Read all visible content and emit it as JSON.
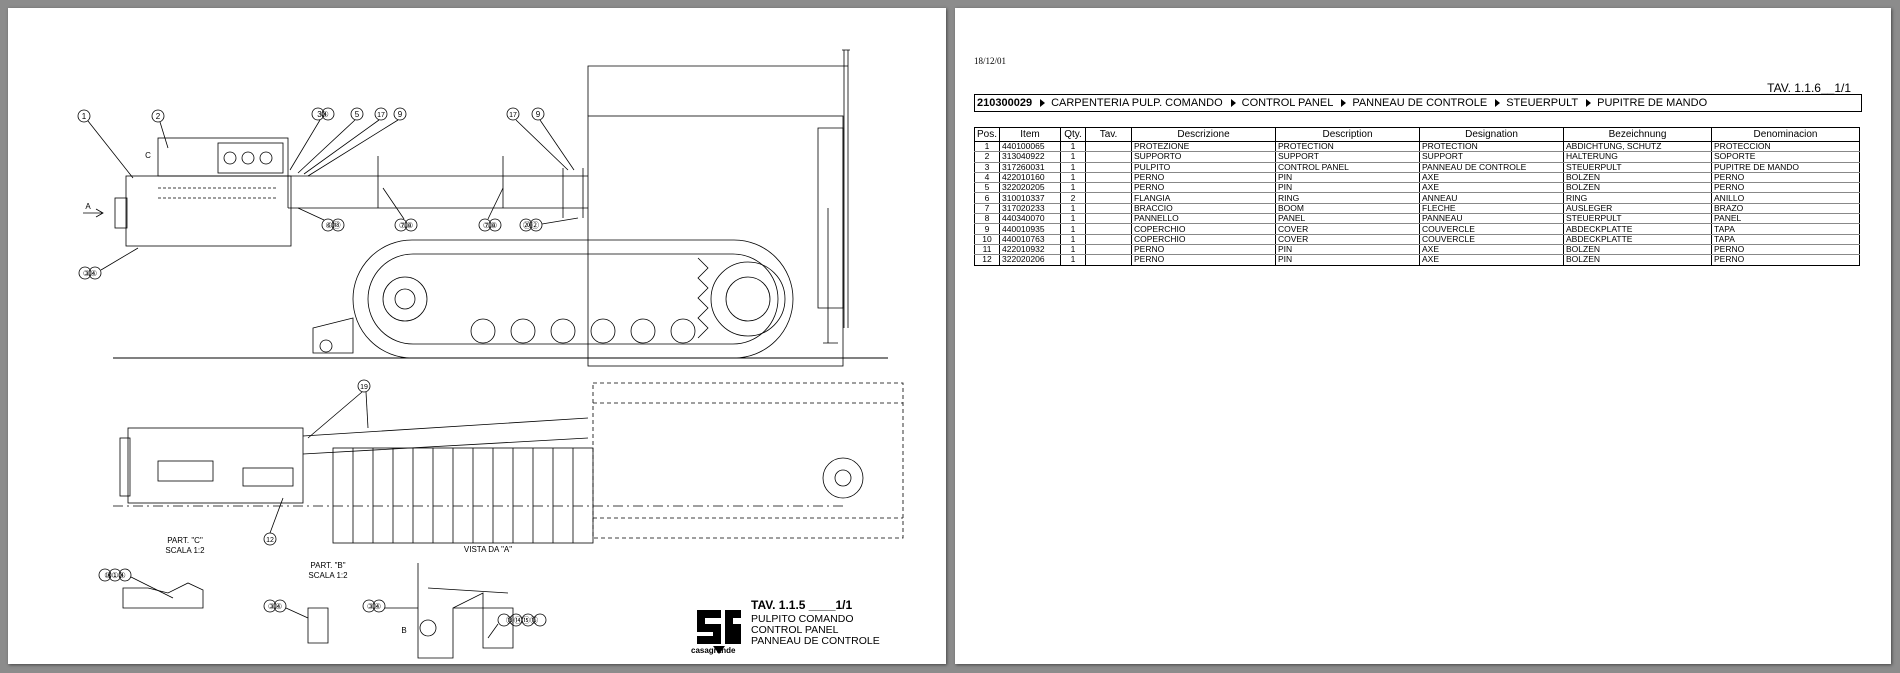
{
  "left_page": {
    "callouts": {
      "c1": "1",
      "c2": "2",
      "c34a": "3④",
      "c5": "5",
      "c17a": "17",
      "c9a": "9",
      "c17b": "17",
      "c9b": "9",
      "c_arrow": "A",
      "c_c": "C",
      "c34b": "③④",
      "c618": "⑥⑱",
      "c78a": "⑦⑧",
      "c78b": "⑦⑧",
      "c202": "⑳②",
      "c19": "19",
      "c12": "12",
      "c1014": "⑩①④",
      "c34c": "③④",
      "c34d": "③④",
      "c131416": "⑬⑭⑮⑯",
      "c_b": "B"
    },
    "detail_labels": {
      "part_c": "PART. \"C\"",
      "scala_c": "SCALA 1:2",
      "part_b": "PART. \"B\"",
      "scala_b": "SCALA 1:2",
      "vista_a": "VISTA DA \"A\""
    },
    "title_block": {
      "code": "TAV. 1.1.5 ____1/1",
      "line1": "PULPITO COMANDO",
      "line2": "CONTROL PANEL",
      "line3": "PANNEAU DE CONTROLE",
      "brand": "casagrande"
    }
  },
  "right_page": {
    "date": "18/12/01",
    "tav": "TAV. 1.1.6__1/1",
    "breadcrumb": {
      "code": "210300029",
      "items": [
        "CARPENTERIA PULP. COMANDO",
        "CONTROL PANEL",
        "PANNEAU DE CONTROLE",
        "STEUERPULT",
        "PUPITRE DE MANDO"
      ]
    },
    "table": {
      "headers": [
        "Pos.",
        "Item",
        "Qty.",
        "Tav.",
        "Descrizione",
        "Description",
        "Designation",
        "Bezeichnung",
        "Denominacion"
      ],
      "rows": [
        [
          "1",
          "440100065",
          "1",
          "",
          "PROTEZIONE",
          "PROTECTION",
          "PROTECTION",
          "ABDICHTUNG, SCHUTZ",
          "PROTECCION"
        ],
        [
          "2",
          "313040922",
          "1",
          "",
          "SUPPORTO",
          "SUPPORT",
          "SUPPORT",
          "HALTERUNG",
          "SOPORTE"
        ],
        [
          "3",
          "317260031",
          "1",
          "",
          "PULPITO",
          "CONTROL PANEL",
          "PANNEAU DE CONTROLE",
          "STEUERPULT",
          "PUPITRE DE MANDO"
        ],
        [
          "4",
          "422010160",
          "1",
          "",
          "PERNO",
          "PIN",
          "AXE",
          "BOLZEN",
          "PERNO"
        ],
        [
          "5",
          "322020205",
          "1",
          "",
          "PERNO",
          "PIN",
          "AXE",
          "BOLZEN",
          "PERNO"
        ],
        [
          "6",
          "310010337",
          "2",
          "",
          "FLANGIA",
          "RING",
          "ANNEAU",
          "RING",
          "ANILLO"
        ],
        [
          "7",
          "317020233",
          "1",
          "",
          "BRACCIO",
          "BOOM",
          "FLECHE",
          "AUSLEGER",
          "BRAZO"
        ],
        [
          "8",
          "440340070",
          "1",
          "",
          "PANNELLO",
          "PANEL",
          "PANNEAU",
          "STEUERPULT",
          "PANEL"
        ],
        [
          "9",
          "440010935",
          "1",
          "",
          "COPERCHIO",
          "COVER",
          "COUVERCLE",
          "ABDECKPLATTE",
          "TAPA"
        ],
        [
          "10",
          "440010763",
          "1",
          "",
          "COPERCHIO",
          "COVER",
          "COUVERCLE",
          "ABDECKPLATTE",
          "TAPA"
        ],
        [
          "11",
          "422010932",
          "1",
          "",
          "PERNO",
          "PIN",
          "AXE",
          "BOLZEN",
          "PERNO"
        ],
        [
          "12",
          "322020206",
          "1",
          "",
          "PERNO",
          "PIN",
          "AXE",
          "BOLZEN",
          "PERNO"
        ]
      ]
    }
  }
}
